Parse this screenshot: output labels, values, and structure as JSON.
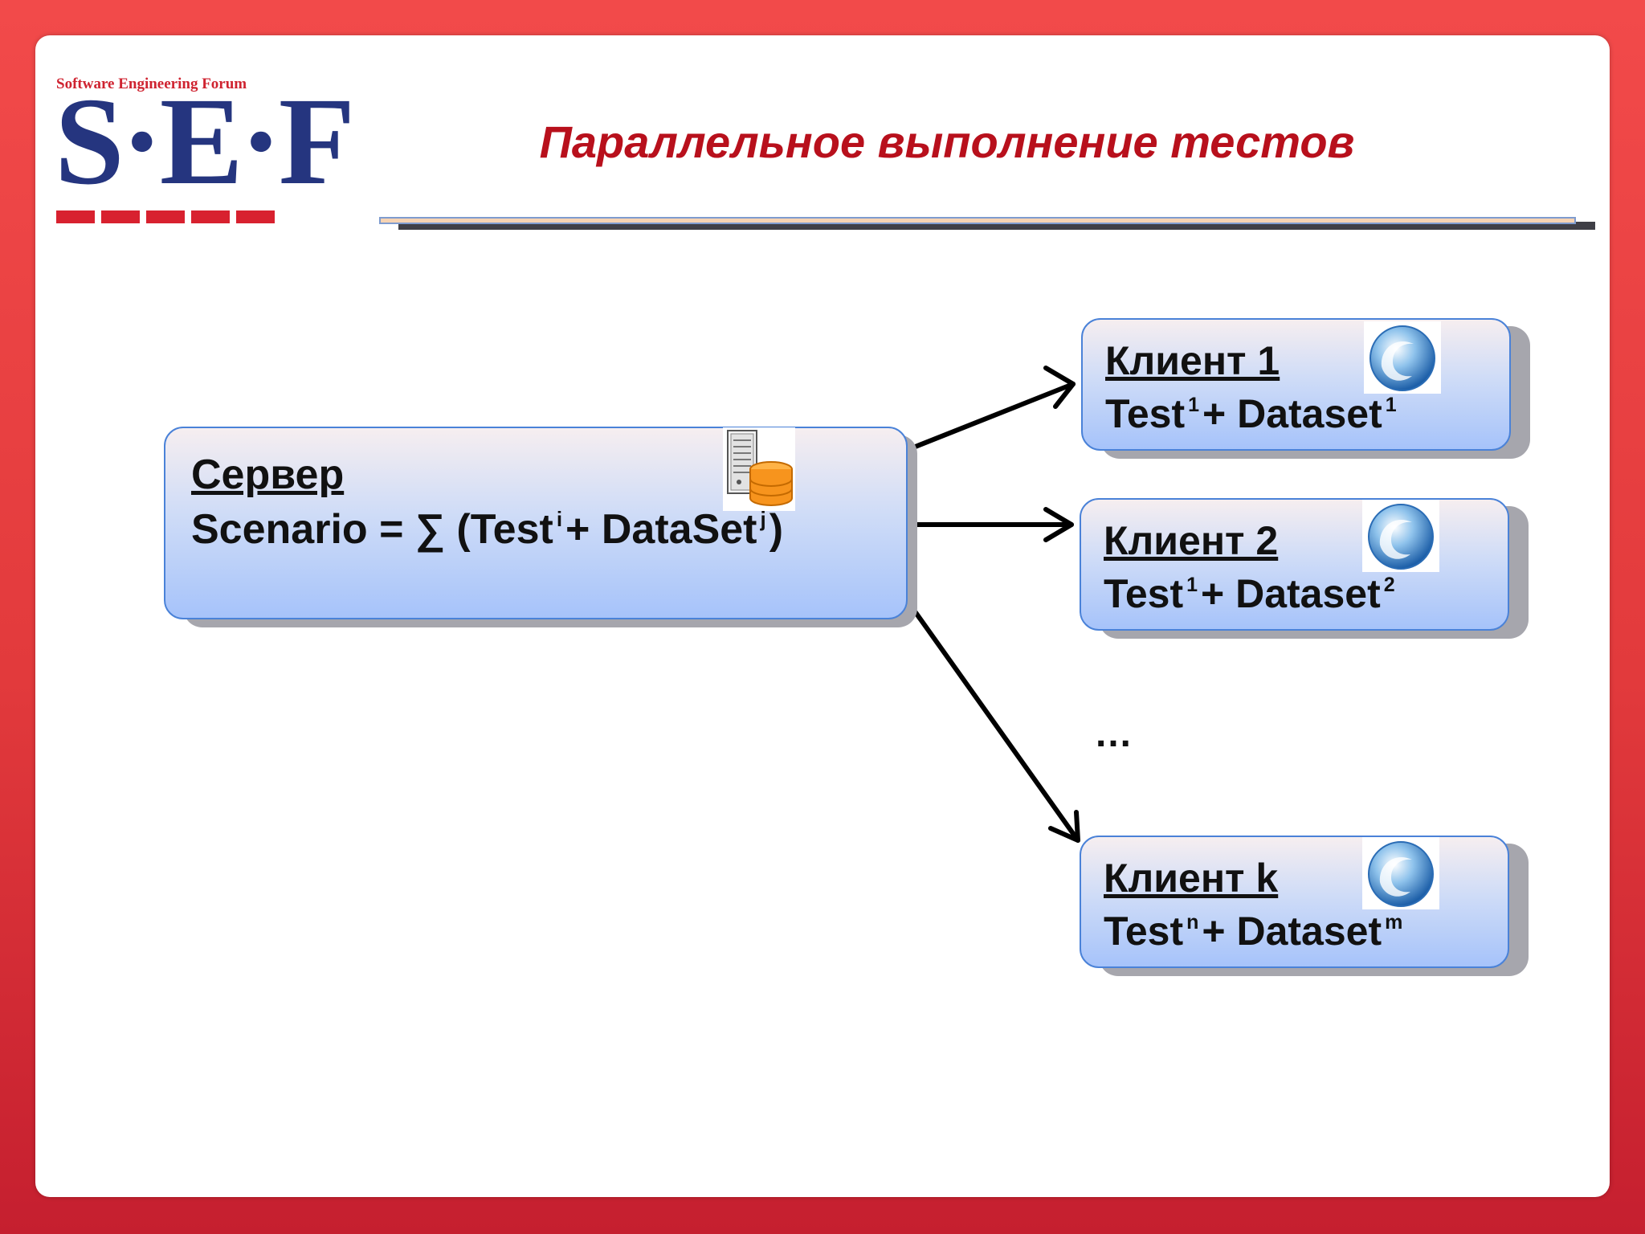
{
  "logo": {
    "subtitle": "Software Engineering Forum",
    "text": "S·E·F"
  },
  "title": "Параллельное выполнение тестов",
  "server": {
    "heading": "Сервер",
    "line_prefix": "Scenario = ∑ (Test",
    "sup_i": "i",
    "line_mid": "+ DataSet",
    "sup_j": "j",
    "line_suffix": ")",
    "icon": "server-database-icon"
  },
  "clients": [
    {
      "heading": "Клиент 1",
      "test": "Test",
      "test_sup": "1",
      "plus": "+ Dataset",
      "dataset_sup": "1",
      "icon": "globe-icon"
    },
    {
      "heading": "Клиент 2",
      "test": "Test",
      "test_sup": "1",
      "plus": "+ Dataset",
      "dataset_sup": "2",
      "icon": "globe-icon"
    },
    {
      "heading": "Клиент k",
      "test": "Test",
      "test_sup": "n",
      "plus": "+ Dataset",
      "dataset_sup": "m",
      "icon": "globe-icon"
    }
  ],
  "ellipsis": "…",
  "colors": {
    "title": "#b8101c",
    "logo_blue": "#25357f",
    "logo_red": "#d8212f",
    "frame": "#e23a3c",
    "node_border": "#4a82d8"
  }
}
